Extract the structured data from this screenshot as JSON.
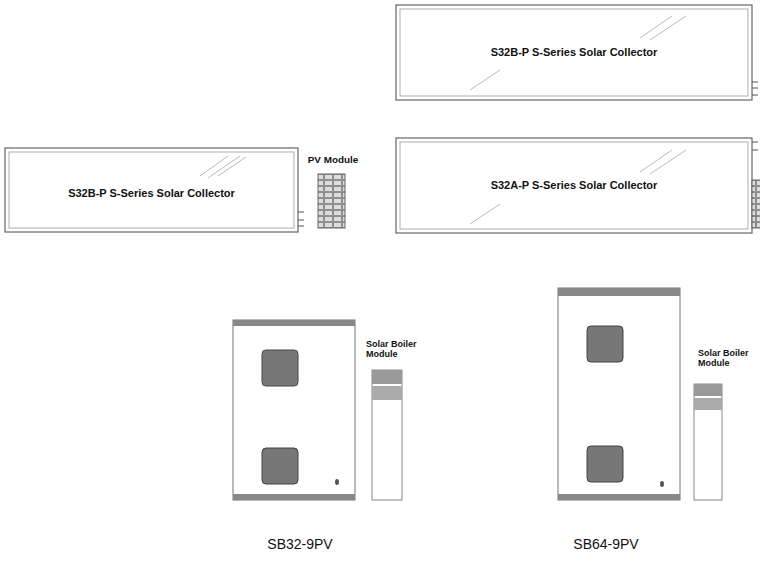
{
  "diagram": {
    "nodes": [
      {
        "text": [
          "S32B-P S-Series Solar Collector"
        ]
      },
      {
        "text": [
          "S32B-P S-Series Solar Collector"
        ]
      },
      {
        "text": [
          "PV Module"
        ]
      },
      {
        "text": [
          "S32A-P S-Series Solar Collector"
        ]
      },
      {
        "text": [
          "Solar Boiler Module"
        ]
      },
      {
        "text": [
          "Solar Boiler Module"
        ]
      }
    ],
    "labels": [
      "SB32-9PV",
      "SB64-9PV"
    ]
  }
}
